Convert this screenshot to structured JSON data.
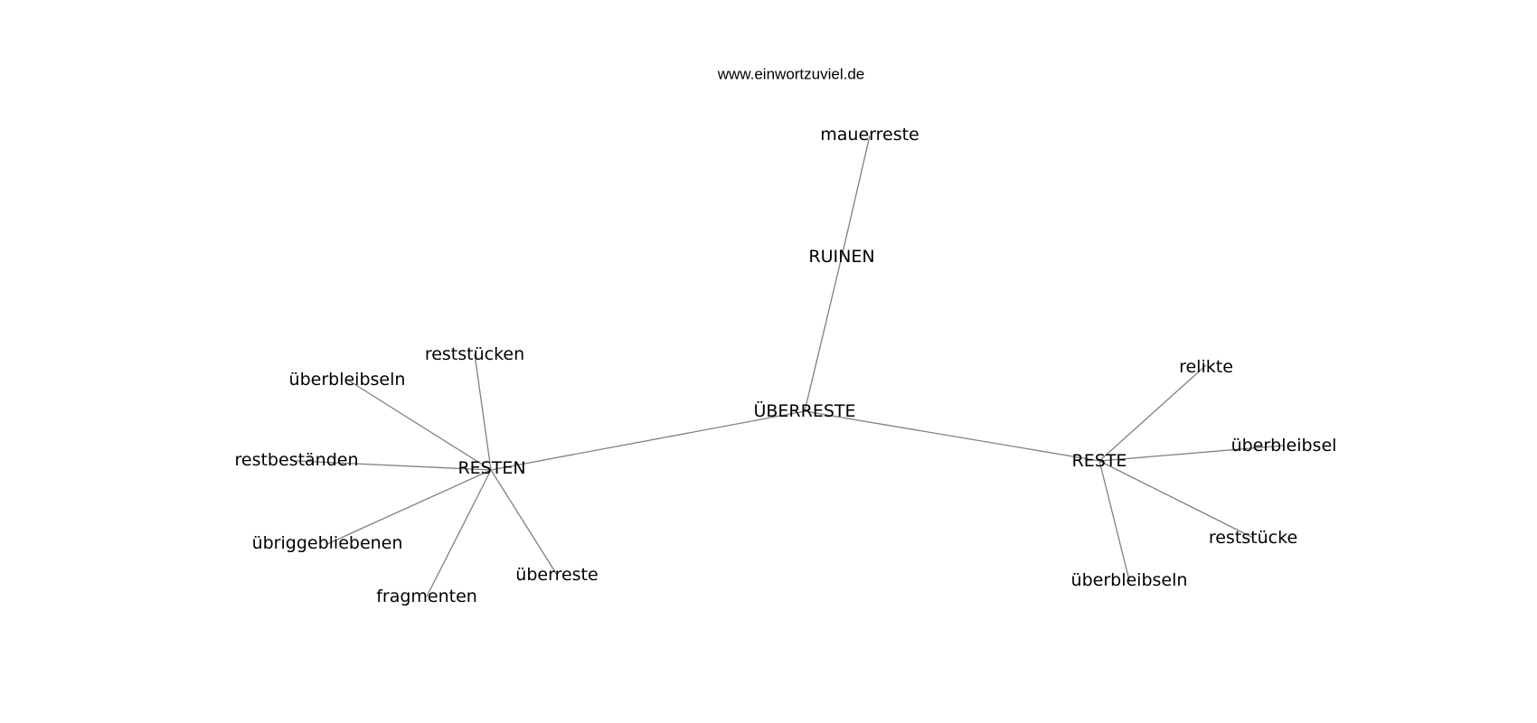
{
  "site": "www.einwortzuviel.de",
  "nodes": {
    "center": "ÜBERRESTE",
    "ruinen": "RUINEN",
    "mauerreste": "mauerreste",
    "resten": "RESTEN",
    "reste": "RESTE",
    "l_reststuecken": "reststücken",
    "l_ueberbleibseln_a": "überbleibseln",
    "l_restbestaenden": "restbeständen",
    "l_uebriggebliebenen": "übriggebliebenen",
    "l_fragmenten": "fragmenten",
    "l_ueberreste": "überreste",
    "r_relikte": "relikte",
    "r_ueberbleibsel": "überbleibsel",
    "r_reststuecke": "reststücke",
    "r_ueberbleibseln_b": "überbleibseln"
  }
}
